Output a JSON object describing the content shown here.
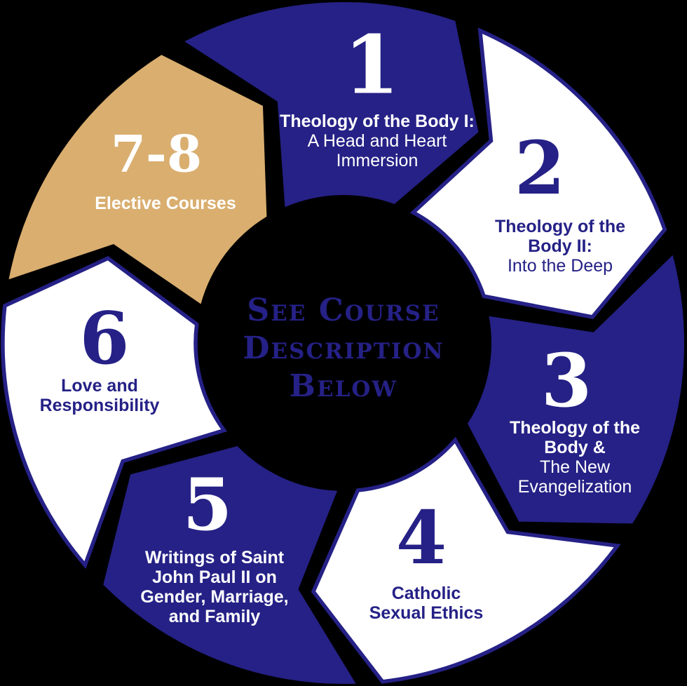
{
  "colors": {
    "background": "#000000",
    "blue": "#252186",
    "tan": "#d9ae6f",
    "white": "#ffffff",
    "stroke": "#252186"
  },
  "center": {
    "lines": [
      "See Course",
      "Description",
      "Below"
    ],
    "color": "#252186"
  },
  "segments": [
    {
      "number": "1",
      "fill": "blue",
      "lines": [
        {
          "text": "Theology of the Body I:",
          "bold": true
        },
        {
          "text": "A Head and Heart",
          "bold": false
        },
        {
          "text": "Immersion",
          "bold": false
        }
      ]
    },
    {
      "number": "2",
      "fill": "white",
      "lines": [
        {
          "text": "Theology of the",
          "bold": true
        },
        {
          "text": "Body II:",
          "bold": true
        },
        {
          "text": "Into the Deep",
          "bold": false
        }
      ]
    },
    {
      "number": "3",
      "fill": "blue",
      "lines": [
        {
          "text": "Theology of the",
          "bold": true
        },
        {
          "text": "Body &",
          "bold": true
        },
        {
          "text": "The New",
          "bold": false
        },
        {
          "text": "Evangelization",
          "bold": false
        }
      ]
    },
    {
      "number": "4",
      "fill": "white",
      "lines": [
        {
          "text": "Catholic",
          "bold": true
        },
        {
          "text": "Sexual Ethics",
          "bold": true
        }
      ]
    },
    {
      "number": "5",
      "fill": "blue",
      "lines": [
        {
          "text": "Writings of Saint",
          "bold": true
        },
        {
          "text": "John Paul II on",
          "bold": true
        },
        {
          "text": "Gender, Marriage,",
          "bold": true
        },
        {
          "text": "and Family",
          "bold": true
        }
      ]
    },
    {
      "number": "6",
      "fill": "white",
      "lines": [
        {
          "text": "Love and",
          "bold": true
        },
        {
          "text": "Responsibility",
          "bold": true
        }
      ]
    },
    {
      "number": "7-8",
      "fill": "tan",
      "lines": [
        {
          "text": "Elective Courses",
          "bold": true
        }
      ]
    }
  ]
}
